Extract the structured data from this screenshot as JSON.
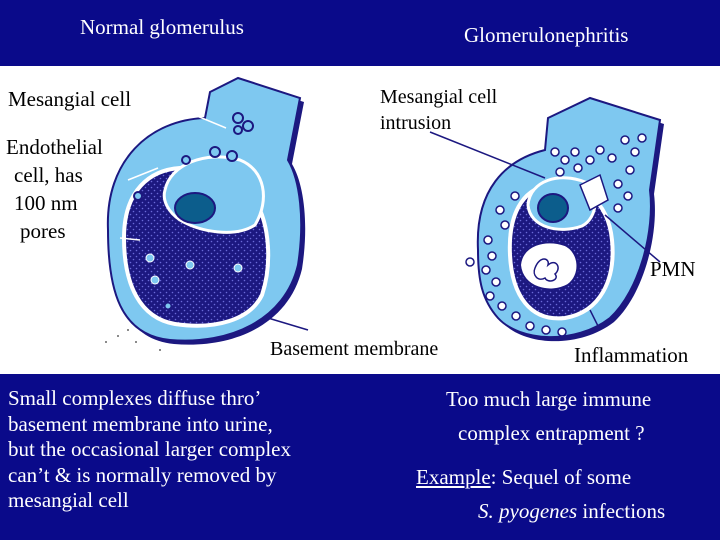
{
  "titles": {
    "left": "Normal glomerulus",
    "right": "Glomerulonephritis"
  },
  "labels": {
    "mesangial_cell": "Mesangial cell",
    "endothelial_line1": "Endothelial",
    "endothelial_line2": "cell, has",
    "endothelial_line3": "100 nm",
    "endothelial_line4": "pores",
    "mesangial_intrusion_line1": "Mesangial cell",
    "mesangial_intrusion_line2": "intrusion",
    "pmn": "PMN",
    "basement_membrane": "Basement membrane",
    "inflammation": "Inflammation"
  },
  "bottom_left": {
    "line1": "Small complexes diffuse thro’",
    "line2": "basement membrane into urine,",
    "line3": "but the occasional larger complex",
    "line4": "can’t & is normally removed by",
    "line5": "mesangial  cell"
  },
  "bottom_right": {
    "line1": "Too much large immune",
    "line2": "complex entrapment ?",
    "example_word": "Example",
    "example_rest": ": Sequel of some",
    "species": "S. pyogenes",
    "infections": " infections"
  },
  "colors": {
    "background": "#0a0a8a",
    "diagram_panel": "#ffffff",
    "capillary_wall": "#7ec8f0",
    "lumen": "#1c1880",
    "nucleus": "#0c5d8c"
  }
}
